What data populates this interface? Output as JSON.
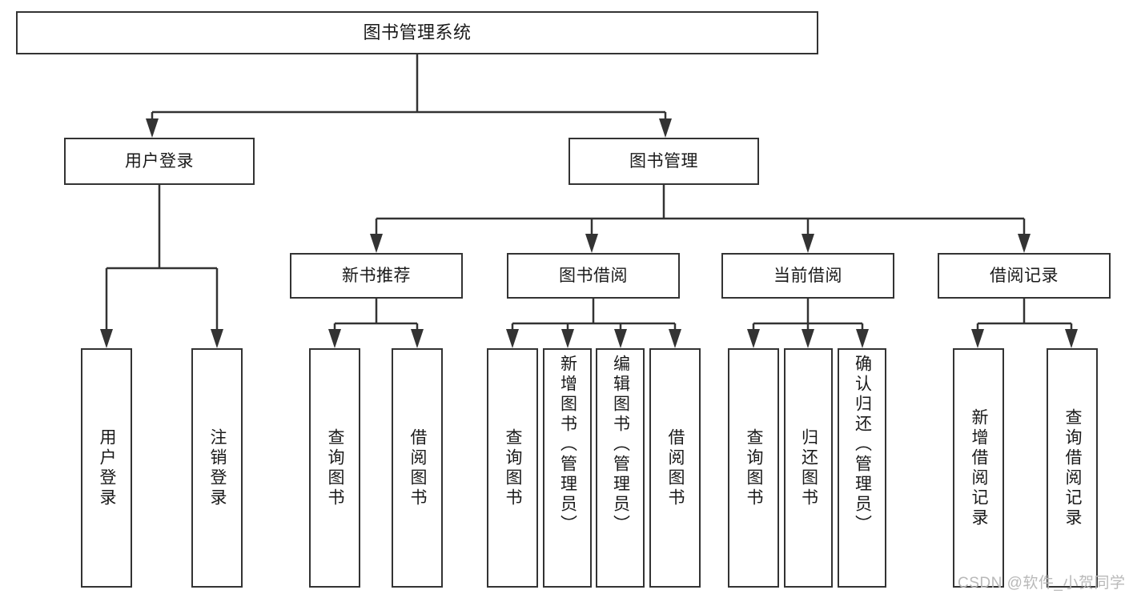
{
  "diagram": {
    "type": "tree-hierarchy",
    "title": "图书管理系统",
    "watermark": "CSDN @软件_小贺同学",
    "colors": {
      "box_border": "#333333",
      "box_fill": "#ffffff",
      "connector": "#333333",
      "text": "#1a1a1a",
      "watermark": "#b9b9b9"
    },
    "nodes": {
      "root": {
        "label": "图书管理系统"
      },
      "level2": [
        {
          "label": "用户登录"
        },
        {
          "label": "图书管理"
        }
      ],
      "level3": [
        {
          "label": "新书推荐"
        },
        {
          "label": "图书借阅"
        },
        {
          "label": "当前借阅"
        },
        {
          "label": "借阅记录"
        }
      ],
      "leaves": {
        "user_login": [
          {
            "label": "用户登录"
          },
          {
            "label": "注销登录"
          }
        ],
        "new_book_recommend": [
          {
            "label": "查询图书"
          },
          {
            "label": "借阅图书"
          }
        ],
        "book_borrow": [
          {
            "label": "查询图书"
          },
          {
            "label": "新增图书（管理员）"
          },
          {
            "label": "编辑图书（管理员）"
          },
          {
            "label": "借阅图书"
          }
        ],
        "current_borrow": [
          {
            "label": "查询图书"
          },
          {
            "label": "归还图书"
          },
          {
            "label": "确认归还（管理员）"
          }
        ],
        "borrow_record": [
          {
            "label": "新增借阅记录"
          },
          {
            "label": "查询借阅记录"
          }
        ]
      }
    }
  }
}
